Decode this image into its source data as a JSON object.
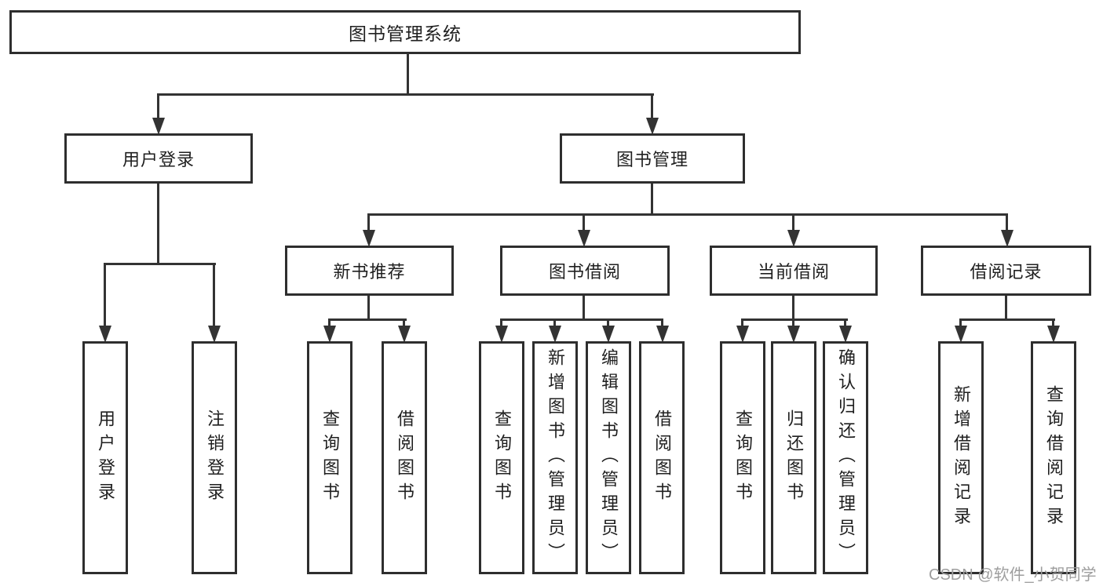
{
  "colors": {
    "line": "#333333",
    "box_border": "#2e2e2e",
    "text": "#1f1f1f",
    "watermark": "#9e9e9e",
    "background": "#ffffff"
  },
  "tree": {
    "root": {
      "label": "图书管理系统"
    },
    "children": [
      {
        "label": "用户登录",
        "children": [
          {
            "label": "用户登录"
          },
          {
            "label": "注销登录"
          }
        ]
      },
      {
        "label": "图书管理",
        "children": [
          {
            "label": "新书推荐",
            "children": [
              {
                "label": "查询图书"
              },
              {
                "label": "借阅图书"
              }
            ]
          },
          {
            "label": "图书借阅",
            "children": [
              {
                "label": "查询图书"
              },
              {
                "label": "新增图书（管理员）"
              },
              {
                "label": "编辑图书（管理员）"
              },
              {
                "label": "借阅图书"
              }
            ]
          },
          {
            "label": "当前借阅",
            "children": [
              {
                "label": "查询图书"
              },
              {
                "label": "归还图书"
              },
              {
                "label": "确认归还（管理员）"
              }
            ]
          },
          {
            "label": "借阅记录",
            "children": [
              {
                "label": "新增借阅记录"
              },
              {
                "label": "查询借阅记录"
              }
            ]
          }
        ]
      }
    ]
  },
  "watermark": {
    "text": "CSDN @软件_小贺同学"
  }
}
